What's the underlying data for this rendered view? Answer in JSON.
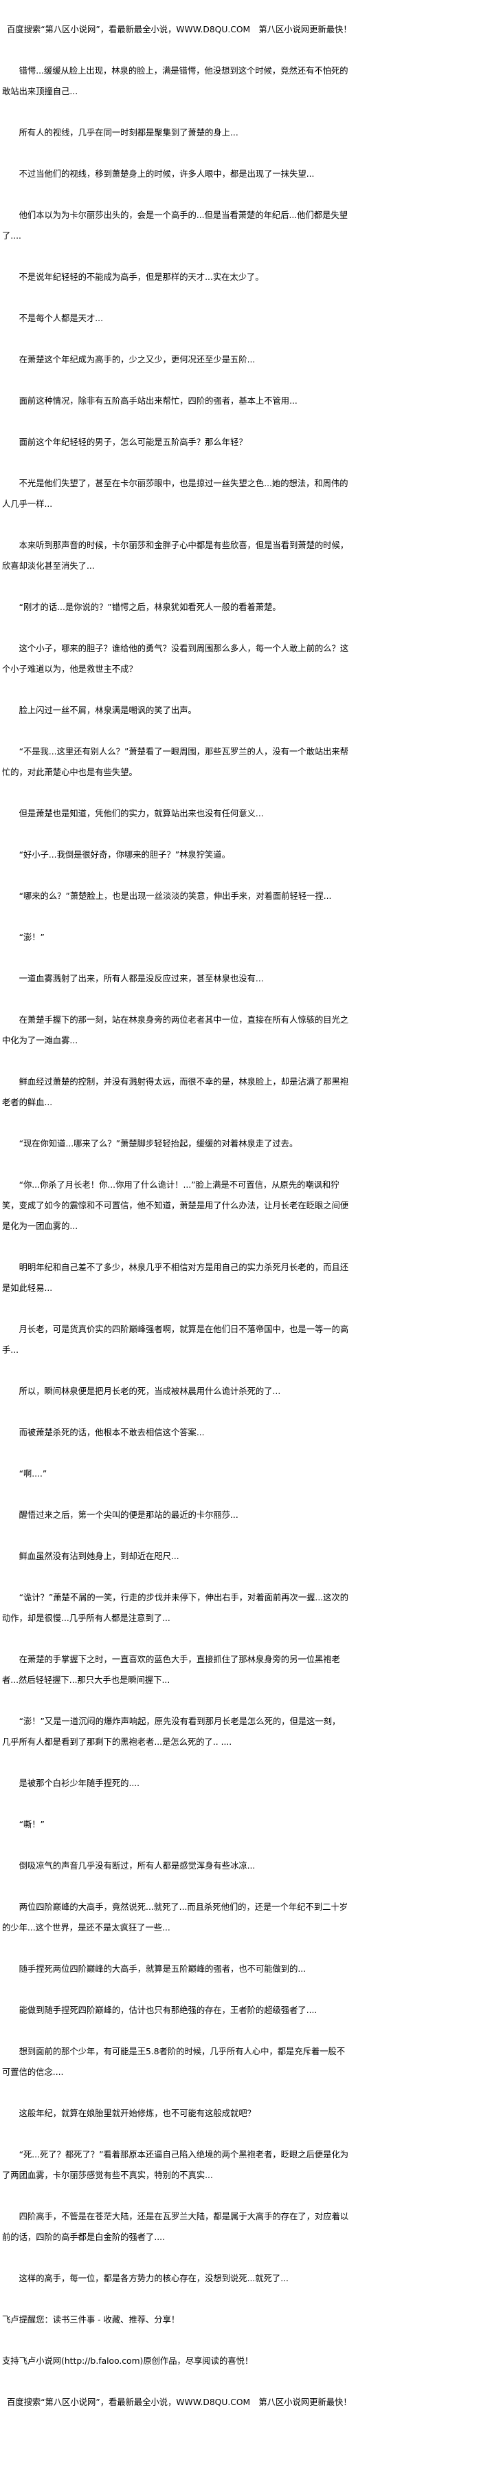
{
  "header_banner": "百度搜索“第八区小说网”，看最新最全小说，WWW.D8QU.COM　第八区小说网更新最快！",
  "paragraphs": [
    "错愕...缓缓从脸上出现，林泉的脸上，满是错愕，他没想到这个时候，竟然还有不怕死的敢站出来顶撞自己...",
    "所有人的视线，几乎在同一时刻都是聚集到了萧楚的身上...",
    "不过当他们的视线，移到萧楚身上的时候，许多人眼中，都是出现了一抹失望...",
    "他们本以为为卡尔丽莎出头的，会是一个高手的...但是当看萧楚的年纪后...他们都是失望了....",
    "不是说年纪轻轻的不能成为高手，但是那样的天才...实在太少了。",
    "不是每个人都是天才...",
    "在萧楚这个年纪成为高手的，少之又少，更何况还至少是五阶...",
    "面前这种情况，除非有五阶高手站出来帮忙，四阶的强者，基本上不管用...",
    "面前这个年纪轻轻的男子，怎么可能是五阶高手？那么年轻？",
    "不光是他们失望了，甚至在卡尔丽莎眼中，也是掠过一丝失望之色...她的想法，和周伟的人几乎一样...",
    "本来听到那声音的时候，卡尔丽莎和金胖子心中都是有些欣喜，但是当看到萧楚的时候，欣喜却淡化甚至消失了...",
    "“刚才的话...是你说的？”错愕之后，林泉犹如看死人一般的看着萧楚。",
    "这个小子，哪来的胆子？谁给他的勇气？没看到周围那么多人，每一个人敢上前的么？这个小子难道以为，他是救世主不成？",
    "脸上闪过一丝不屑，林泉满是嘲讽的笑了出声。",
    "“不是我...这里还有别人么？”萧楚看了一眼周围，那些瓦罗兰的人，没有一个敢站出来帮忙的，对此萧楚心中也是有些失望。",
    "但是萧楚也是知道，凭他们的实力，就算站出来也没有任何意义...",
    "“好小子...我倒是很好奇，你哪来的胆子？”林泉狞笑道。",
    "“哪来的么？”萧楚脸上，也是出现一丝淡淡的笑意，伸出手来，对着面前轻轻一捏...",
    "“澎！”",
    "一道血雾溅射了出来，所有人都是没反应过来，甚至林泉也没有...",
    "在萧楚手握下的那一刻，站在林泉身旁的两位老者其中一位，直接在所有人惊骇的目光之中化为了一滩血雾...",
    "鲜血经过萧楚的控制，并没有溅射得太远，而很不幸的是，林泉脸上，却是沾满了那黑袍老者的鲜血...",
    "“现在你知道...哪来了么？”萧楚脚步轻轻抬起，缓缓的对着林泉走了过去。",
    "“你...你杀了月长老！你...你用了什么诡计！...”脸上满是不可置信，从原先的嘲讽和狞笑，变成了如今的震惊和不可置信，他不知道，萧楚是用了什么办法，让月长老在眨眼之间便是化为一团血雾的...",
    "明明年纪和自己差不了多少，林泉几乎不相信对方是用自己的实力杀死月长老的，而且还是如此轻易...",
    "月长老，可是货真价实的四阶巅峰强者啊，就算是在他们日不落帝国中，也是一等一的高手...",
    "所以，瞬间林泉便是把月长老的死，当成被林晨用什么诡计杀死的了...",
    "而被萧楚杀死的话，他根本不敢去相信这个答案...",
    "“啊....”",
    "醒悟过来之后，第一个尖叫的便是那站的最近的卡尔丽莎...",
    "鲜血虽然没有沾到她身上，到却近在咫尺...",
    "“诡计？”萧楚不屑的一笑，行走的步伐并未停下，伸出右手，对着面前再次一握...这次的动作，却是很慢...几乎所有人都是注意到了...",
    "在萧楚的手掌握下之时，一直喜欢的蓝色大手，直接抓住了那林泉身旁的另一位黑袍老者...然后轻轻握下...那只大手也是瞬间握下...",
    "“澎！”又是一道沉闷的爆炸声响起，原先没有看到那月长老是怎么死的，但是这一刻，几乎所有人都是看到了那剩下的黑袍老者...是怎么死的了.. ....",
    "是被那个白衫少年随手捏死的....",
    "“嘶！”",
    "倒吸凉气的声音几乎没有断过，所有人都是感觉浑身有些冰凉...",
    "两位四阶巅峰的大高手，竟然说死...就死了...而且杀死他们的，还是一个年纪不到二十岁的少年...这个世界，是还不是太疯狂了一些...",
    "随手捏死两位四阶巅峰的大高手，就算是五阶巅峰的强者，也不可能做到的...",
    "能做到随手捏死四阶巅峰的，估计也只有那绝强的存在，王者阶的超级强者了....",
    "想到面前的那个少年，有可能是王5.8者阶的时候，几乎所有人心中，都是充斥着一股不可置信的信念....",
    "这般年纪，就算在娘胎里就开始修炼，也不可能有这般成就吧？",
    "“死...死了？都死了？”看着那原本还逼自己陷入绝境的两个黑袍老者，眨眼之后便是化为了两团血雾，卡尔丽莎感觉有些不真实，特别的不真实...",
    "四阶高手，不管是在苍茫大陆，还是在瓦罗兰大陆，都是属于大高手的存在了，对应着以前的话，四阶的高手都是白金阶的强者了....",
    "这样的高手，每一位，都是各方势力的核心存在，没想到说死...就死了..."
  ],
  "reminder": "飞卢提醒您：读书三件事 - 收藏、推荐、分享！",
  "support": "支持飞卢小说网(http://b.faloo.com)原创作品，尽享阅读的喜悦！",
  "footer_banner": "百度搜索“第八区小说网”，看最新最全小说，WWW.D8QU.COM　第八区小说网更新最快！"
}
